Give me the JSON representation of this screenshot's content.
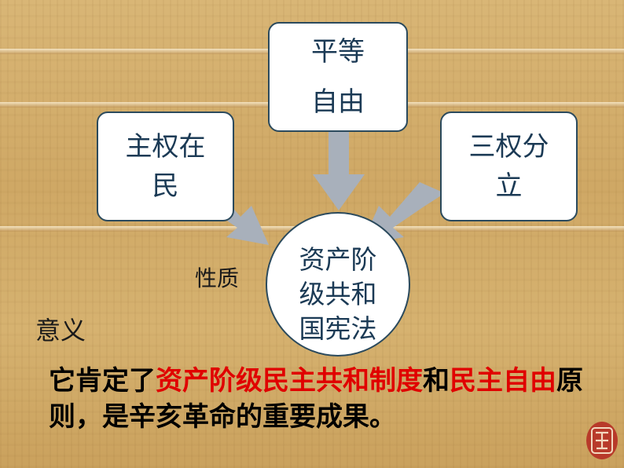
{
  "diagram": {
    "top_box": [
      "平等",
      "自由"
    ],
    "left_box": [
      "主权在",
      "民"
    ],
    "right_box": [
      "三权分",
      "立"
    ],
    "center": "资产阶级共和国宪法",
    "nature_label": "性质",
    "meaning_label": "意义",
    "meaning_text": [
      {
        "text": "它肯定了",
        "color": "#000000"
      },
      {
        "text": "资产阶级民主共和制度",
        "color": "#e00000"
      },
      {
        "text": "和",
        "color": "#000000"
      },
      {
        "text": "民主自由",
        "color": "#e00000"
      },
      {
        "text": "原则，是辛亥革命的重要成果。",
        "color": "#000000"
      }
    ]
  },
  "colors": {
    "box_border": "#2b4a5d",
    "box_text": "#1b3a55",
    "arrow": "#a8b0bb",
    "highlight": "#e00000"
  }
}
